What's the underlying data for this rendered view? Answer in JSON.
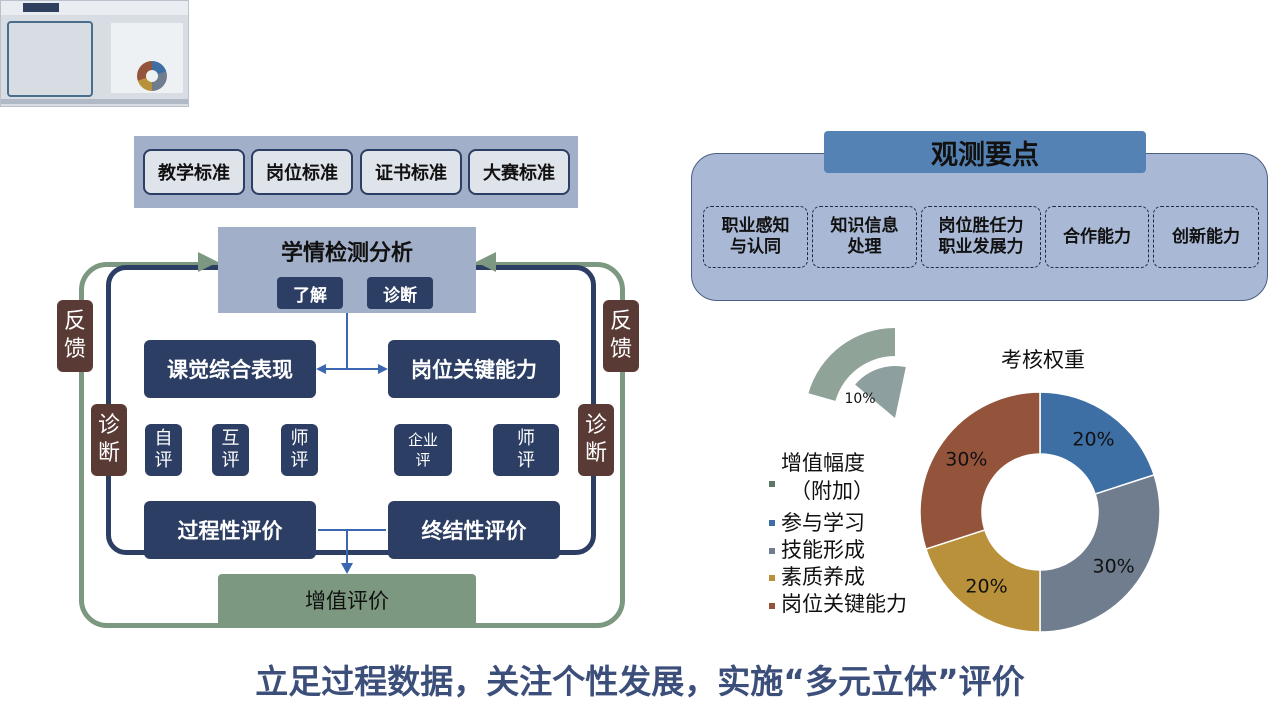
{
  "standards": [
    "教学标准",
    "岗位标准",
    "证书标准",
    "大赛标准"
  ],
  "analysis": {
    "title": "学情检测分析",
    "sub": [
      "了解",
      "诊断"
    ]
  },
  "classroom": {
    "title": "课觉综合表现",
    "evals": [
      [
        "自",
        "评"
      ],
      [
        "互",
        "评"
      ],
      [
        "师",
        "评"
      ]
    ]
  },
  "position": {
    "title": "岗位关键能力",
    "evals": [
      [
        "企业",
        "评"
      ],
      [
        "师",
        "评"
      ]
    ]
  },
  "process_eval": "过程性评价",
  "summary_eval": "终结性评价",
  "value_eval": "增值评价",
  "side_labels": {
    "feedback": [
      "反",
      "馈"
    ],
    "diagnosis": [
      "诊",
      "断"
    ]
  },
  "observation": {
    "title": "观测要点",
    "items": [
      [
        "职业感知",
        "与认同"
      ],
      [
        "知识信息",
        "处理"
      ],
      [
        "岗位胜任力",
        "职业发展力"
      ],
      [
        "合作能力"
      ],
      [
        "创新能力"
      ]
    ]
  },
  "footer": "立足过程数据，关注个性发展，实施“多元立体”评价",
  "colors": {
    "navy": "#2c3e63",
    "green": "#7d9880",
    "brown": "#5a3a35",
    "panel_blue": "#a2afc8"
  },
  "chart_data": {
    "type": "pie",
    "title": "考核权重",
    "slices": [
      {
        "label": "参与学习",
        "value": 20,
        "color": "#3d6fa5",
        "label_text": "20%"
      },
      {
        "label": "技能形成",
        "value": 30,
        "color": "#6f7d8f",
        "label_text": "30%"
      },
      {
        "label": "素质养成",
        "value": 20,
        "color": "#b8913a",
        "label_text": "20%"
      },
      {
        "label": "岗位关键能力",
        "value": 30,
        "color": "#94543b",
        "label_text": "30%"
      }
    ],
    "extra": {
      "label": "增值幅度（附加）",
      "label_lines": [
        "增值幅度",
        "（附加）"
      ],
      "value": 10,
      "label_text": "10%",
      "color": "#8e9fa0"
    },
    "legend": [
      {
        "label_lines": [
          "增值幅度",
          "（附加）"
        ],
        "color": "#5f7865"
      },
      {
        "label_lines": [
          "参与学习"
        ],
        "color": "#3d6fa5"
      },
      {
        "label_lines": [
          "技能形成"
        ],
        "color": "#6f7d8f"
      },
      {
        "label_lines": [
          "素质养成"
        ],
        "color": "#b8913a"
      },
      {
        "label_lines": [
          "岗位关键能力"
        ],
        "color": "#94543b"
      }
    ]
  }
}
